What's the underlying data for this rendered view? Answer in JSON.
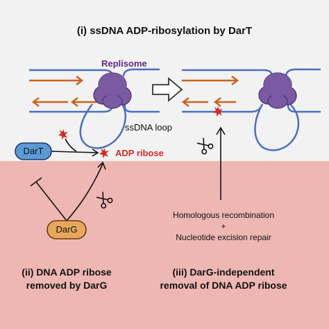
{
  "title": "(i) ssDNA ADP-ribosylation by DarT",
  "replisome_label": "Replisome",
  "ssdna_loop_label": "ssDNA loop",
  "adp_ribose_label": "ADP ribose",
  "dart_label": "DarT",
  "darg_label": "DarG",
  "repair_line1": "Homologous recombination",
  "repair_plus": "+",
  "repair_line2": "Nucleotide excision repair",
  "panel_ii_line1": "(ii) DNA ADP ribose",
  "panel_ii_line2": "removed by DarG",
  "panel_iii_line1": "(iii)  DarG-independent",
  "panel_iii_line2": "removal of DNA ADP ribose",
  "colors": {
    "top_bg": "#f2f2f2",
    "bottom_bg": "#eeb7b3",
    "dna_strand": "#4a6fbf",
    "arrow_orange": "#c8631f",
    "replisome": "#7a5aa3",
    "replisome_label": "#5b2a86",
    "adp_red": "#d42a2a",
    "dart_fill": "#5b9bd5",
    "darg_fill": "#e8a85c"
  },
  "icons": [
    "scissors-icon",
    "block-arrow-right-icon",
    "adp-ribose-star-icon"
  ]
}
